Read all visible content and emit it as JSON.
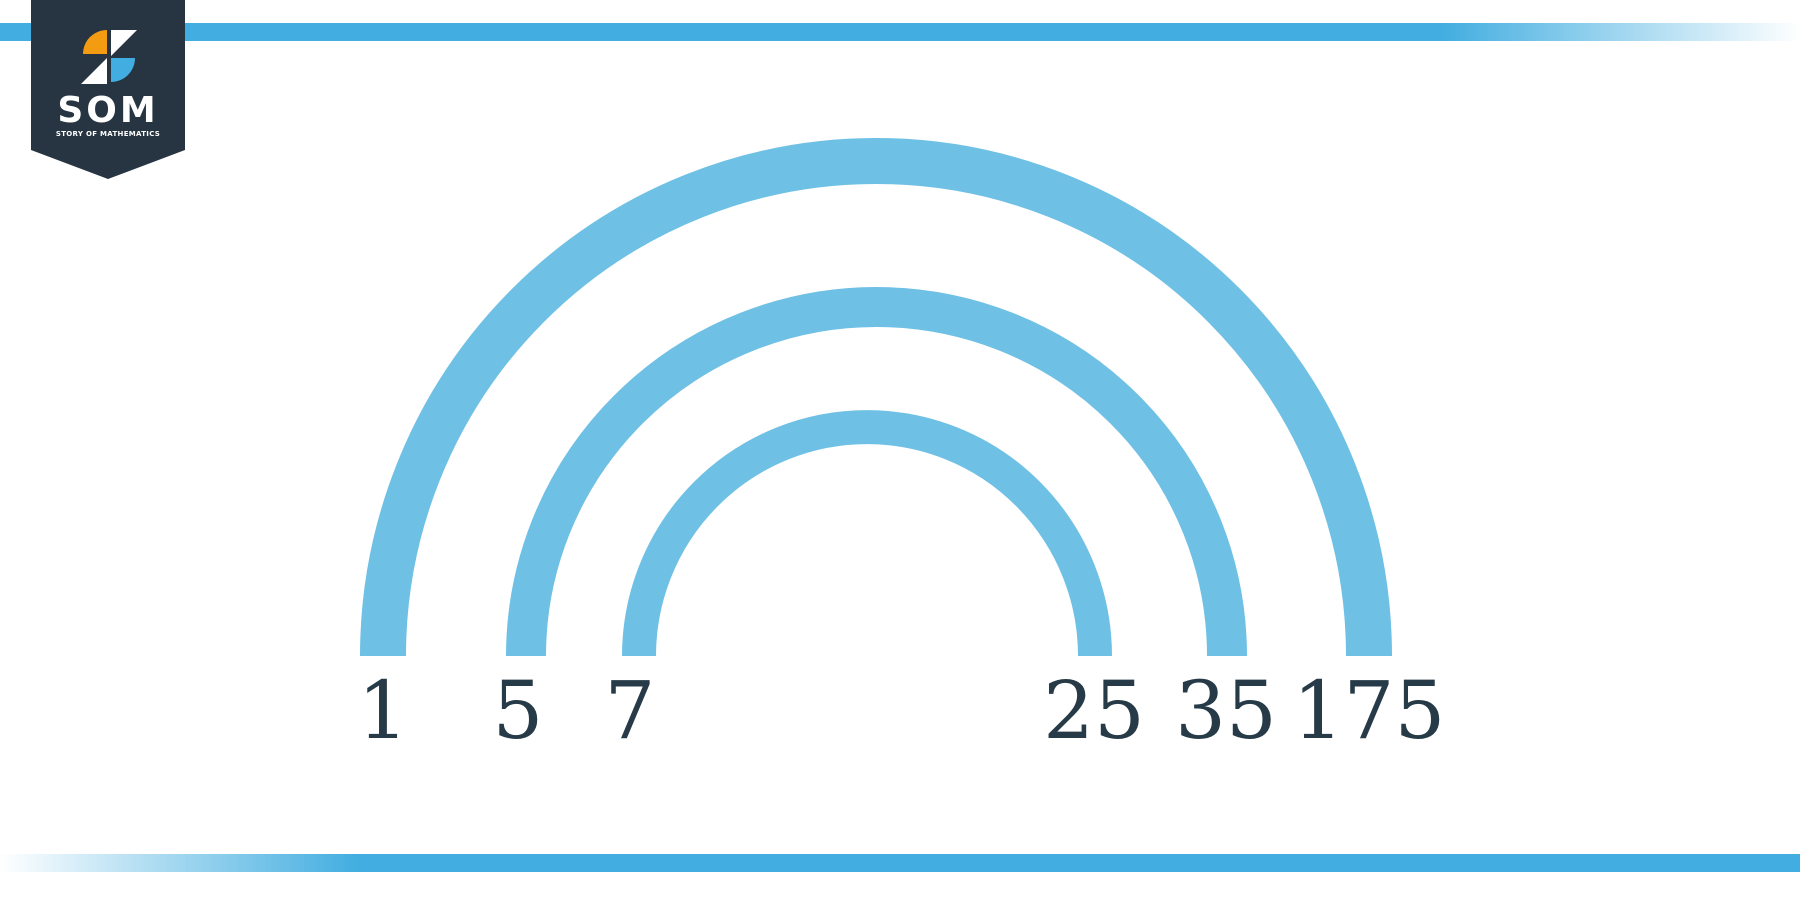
{
  "logo": {
    "abbr": "SOM",
    "full_name": "STORY OF MATHEMATICS",
    "colors": {
      "background": "#263541",
      "orange": "#f39c12",
      "blue": "#41ade0",
      "white": "#ffffff"
    }
  },
  "accent_color": "#41ade0",
  "arc_color": "#6fc0e5",
  "label_color": "#263a47",
  "factor_pairs": [
    {
      "low": "1",
      "high": "175"
    },
    {
      "low": "5",
      "high": "35"
    },
    {
      "low": "7",
      "high": "25"
    }
  ]
}
